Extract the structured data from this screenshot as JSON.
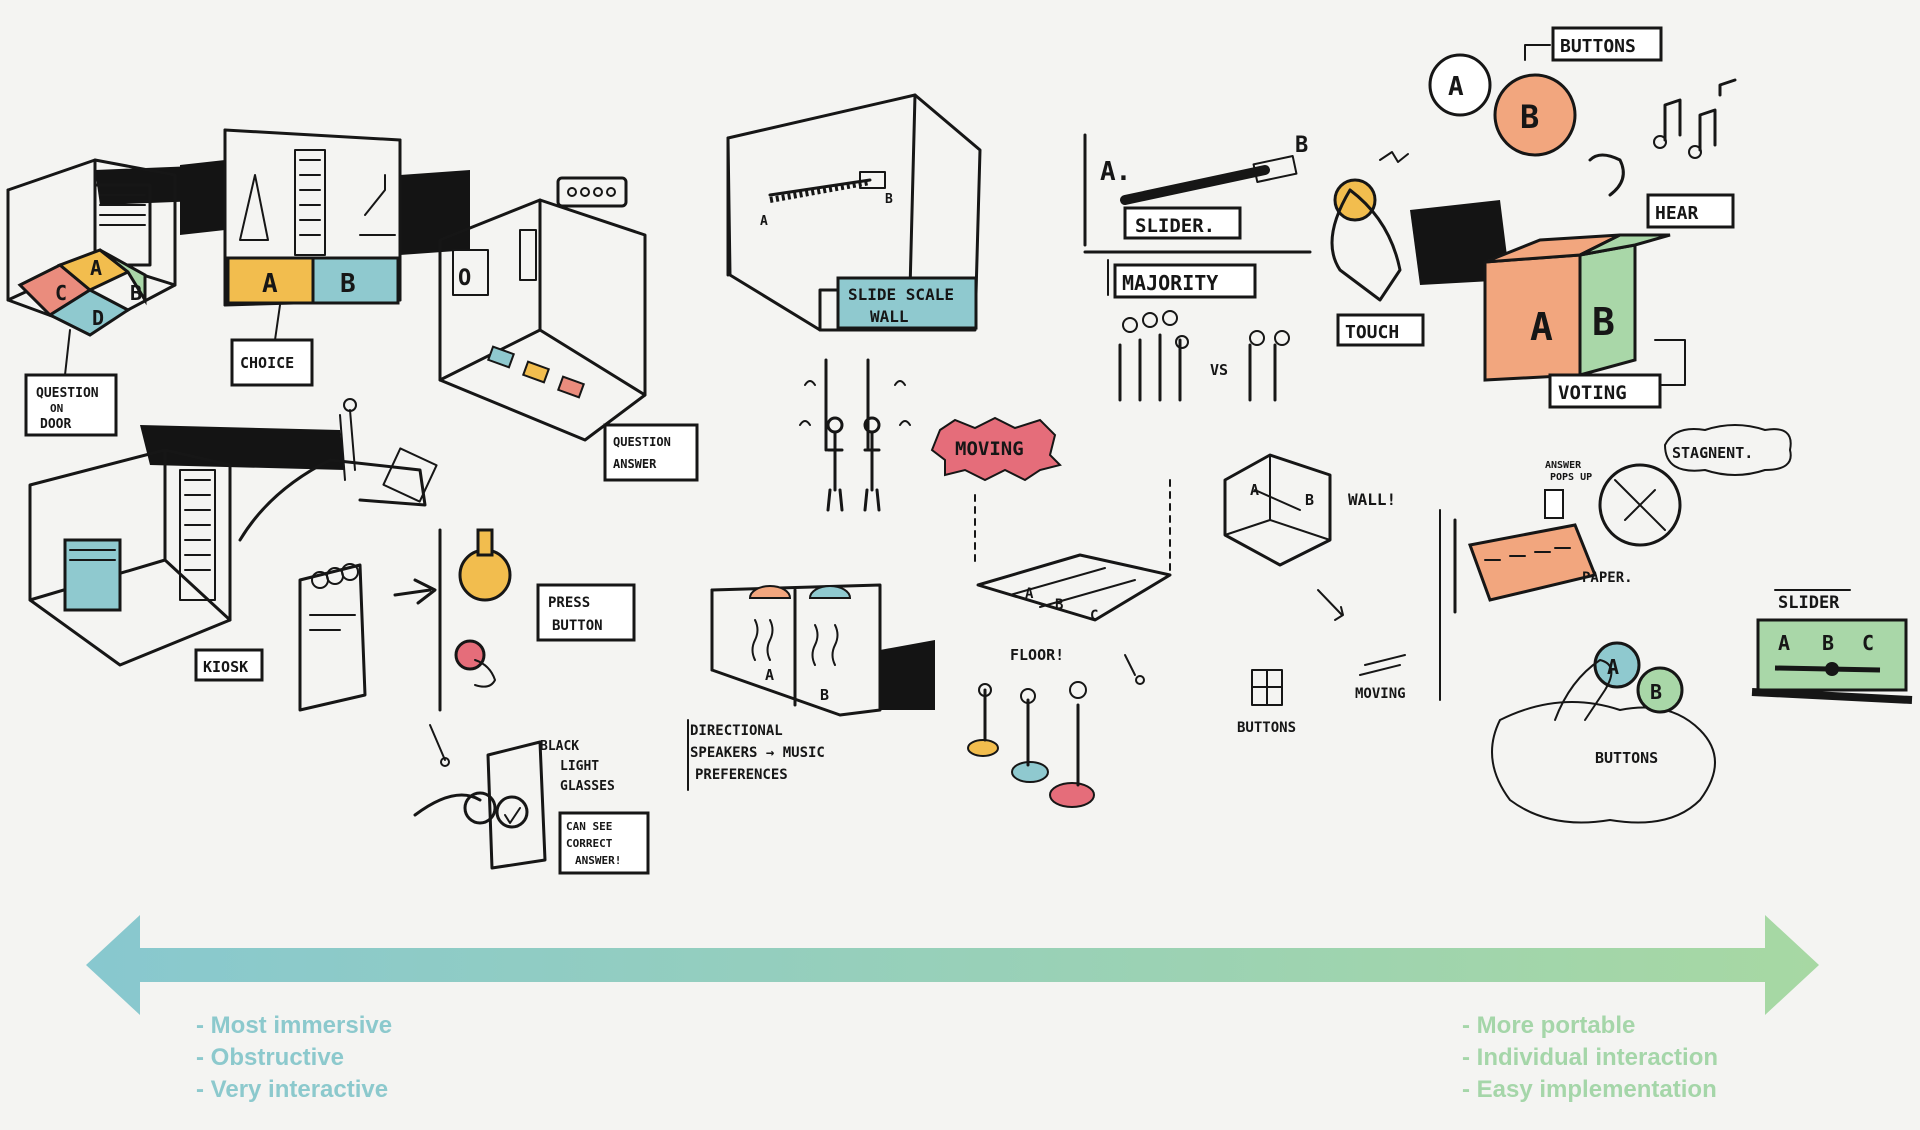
{
  "colors": {
    "red": "#ea8c7d",
    "yellow": "#f2bd4e",
    "teal": "#8fc9cf",
    "green": "#a9d7a8",
    "orange": "#f2a67e",
    "pink": "#e56d7a",
    "arrow_start": "#88c8cf",
    "arrow_end": "#a7d8a3"
  },
  "sketch_labels": {
    "question_on_door": [
      "QUESTION",
      "ON",
      "DOOR"
    ],
    "choice": "CHOICE",
    "question_answer": [
      "QUESTION",
      "ANSWER"
    ],
    "kiosk": "KIOSK",
    "press_button": [
      "PRESS",
      "BUTTON"
    ],
    "black_light": [
      "BLACK",
      "LIGHT",
      "GLASSES"
    ],
    "can_see": [
      "CAN SEE",
      "CORRECT",
      "ANSWER!"
    ],
    "slide_scale_wall": [
      "SLIDE SCALE",
      "WALL"
    ],
    "directional_speakers": [
      "DIRECTIONAL",
      "SPEAKERS → MUSIC",
      "PREFERENCES"
    ],
    "moving_burst": "MOVING",
    "floor": "FLOOR!",
    "slider_a": "SLIDER.",
    "majority": "MAJORITY",
    "vs": "VS",
    "touch": "TOUCH",
    "buttons_top": "BUTTONS",
    "hear": "HEAR",
    "voting": "VOTING",
    "wall": "WALL!",
    "buttons_small": "BUTTONS",
    "moving_small": "MOVING",
    "stagnent": "STAGNENT.",
    "answer_pops": [
      "ANSWER",
      "POPS UP"
    ],
    "paper": "PAPER.",
    "slider_right": "SLIDER",
    "buttons_bottom": "BUTTONS"
  },
  "letters": {
    "a": "A",
    "b": "B",
    "c": "C",
    "d": "D"
  },
  "notes_left": [
    "- Most immersive",
    "- Obstructive",
    "- Very interactive"
  ],
  "notes_right": [
    "- More portable",
    "- Individual interaction",
    "- Easy implementation"
  ]
}
